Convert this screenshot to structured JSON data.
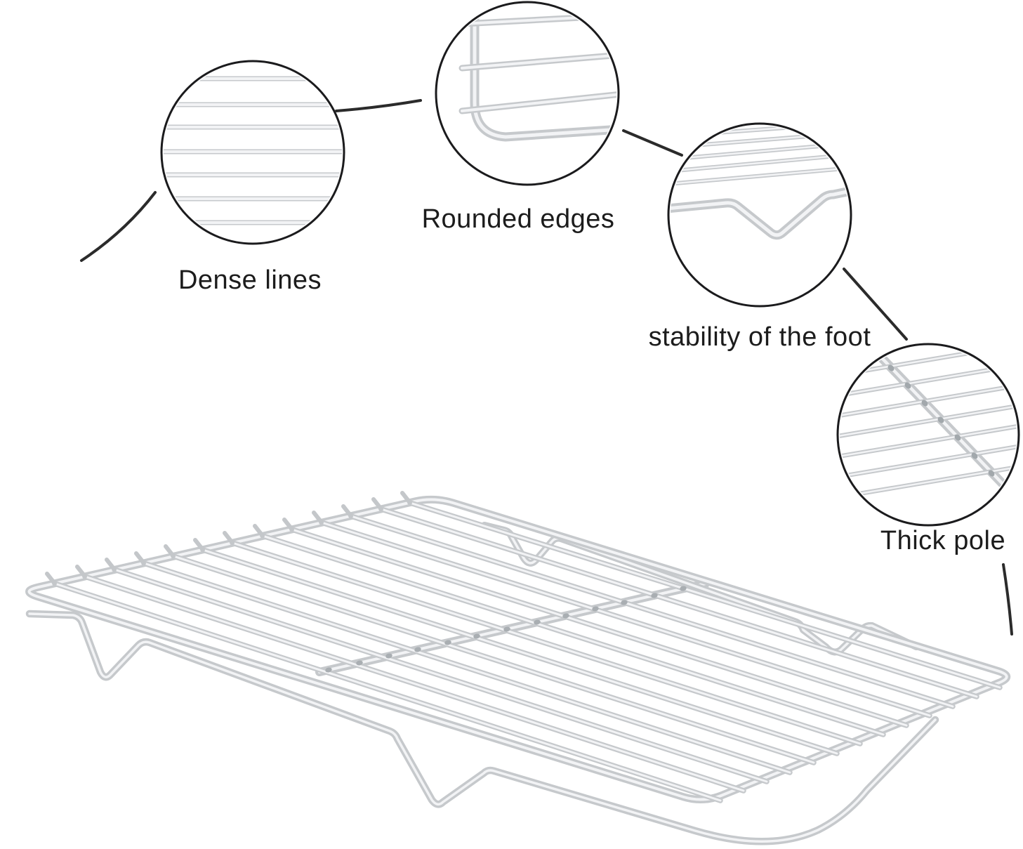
{
  "callouts": [
    {
      "id": "dense-lines",
      "label": "Dense lines"
    },
    {
      "id": "rounded-edges",
      "label": "Rounded edges"
    },
    {
      "id": "foot-stability",
      "label": "stability of the foot"
    },
    {
      "id": "thick-pole",
      "label": "Thick pole"
    }
  ],
  "colors": {
    "background": "#ffffff",
    "wire": "#c6c9cc",
    "wire_highlight": "#f2f3f5",
    "weld": "#a9aeb2",
    "outline": "#1b1b1d",
    "text": "#1c1c1c"
  }
}
